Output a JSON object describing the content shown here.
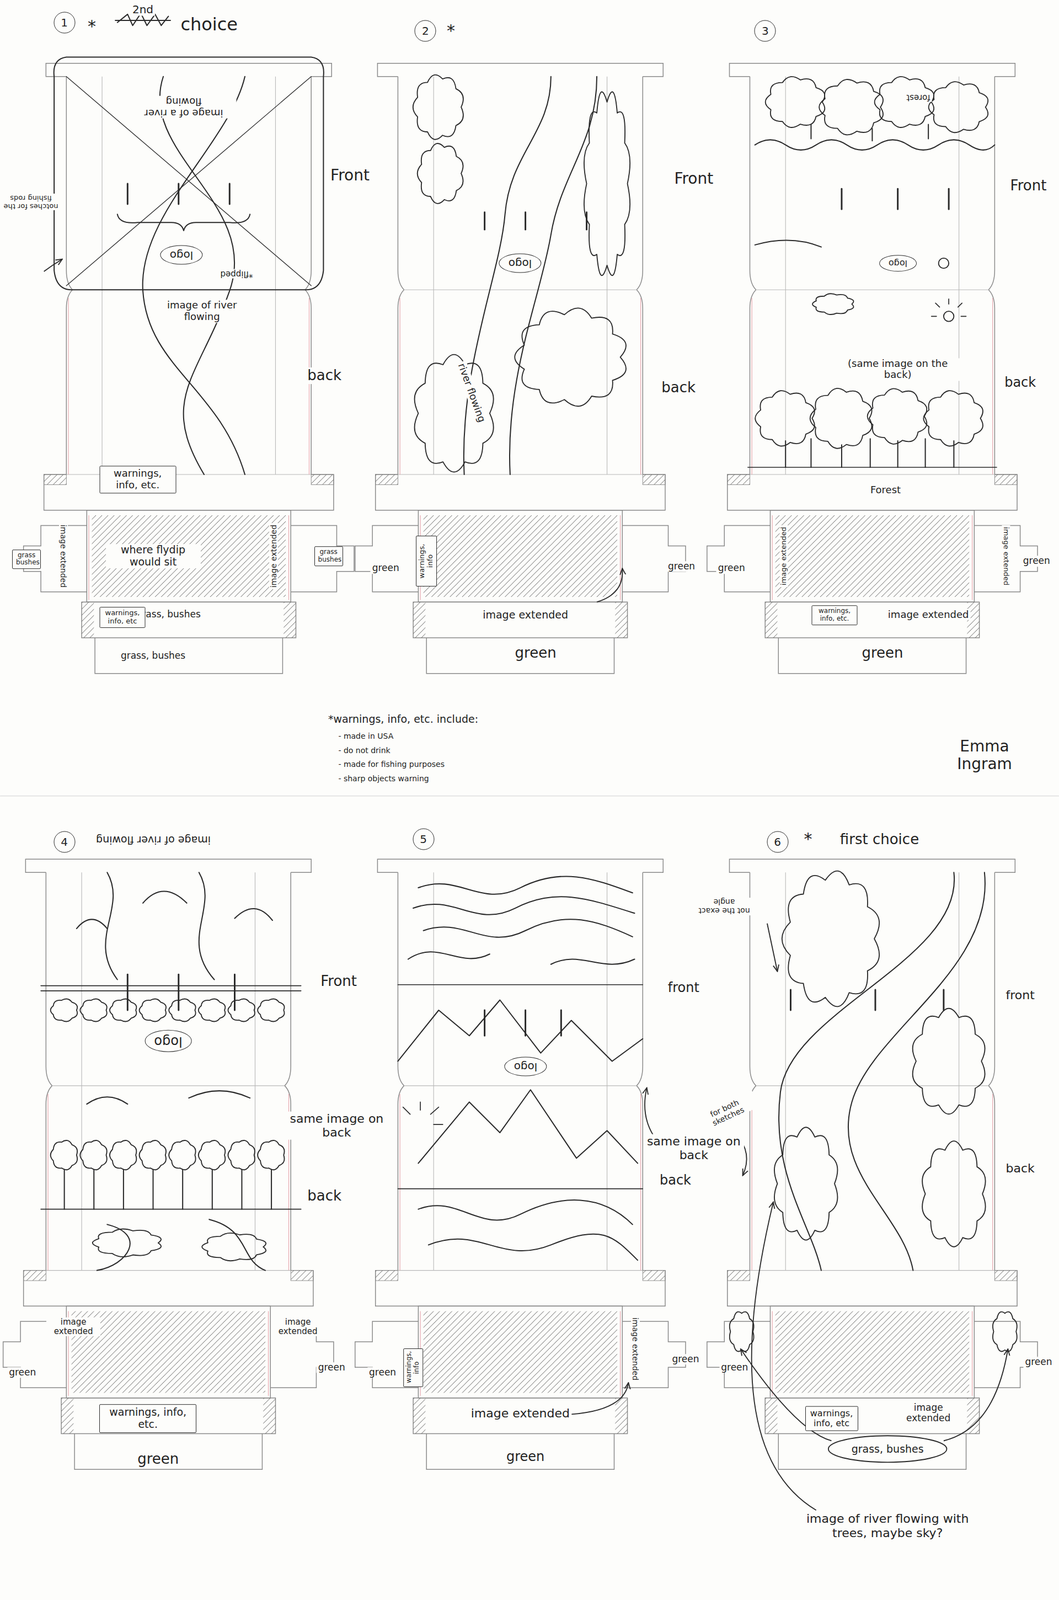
{
  "diagram": {
    "nodes": [
      {
        "text": [
          "logo"
        ]
      },
      {
        "text": [
          "warnings, info, etc."
        ]
      },
      {
        "text": [
          "grass bushes"
        ]
      },
      {
        "text": [
          "grass bushes"
        ]
      },
      {
        "text": [
          "warnings, info, etc"
        ]
      },
      {
        "text": [
          "logo"
        ]
      },
      {
        "text": [
          "warnings, info"
        ]
      },
      {
        "text": [
          "logo"
        ]
      },
      {
        "text": [
          "warnings, info, etc."
        ]
      },
      {
        "text": [
          "logo"
        ]
      },
      {
        "text": [
          "warnings, info, etc."
        ]
      },
      {
        "text": [
          "logo"
        ]
      },
      {
        "text": [
          "warnings, info"
        ]
      },
      {
        "text": [
          "warnings, info, etc"
        ]
      },
      {
        "text": [
          "1"
        ]
      },
      {
        "text": [
          "2"
        ]
      },
      {
        "text": [
          "3"
        ]
      },
      {
        "text": [
          "4"
        ]
      },
      {
        "text": [
          "5"
        ]
      },
      {
        "text": [
          "6"
        ]
      }
    ],
    "labels": [
      "2nd",
      "choice",
      "*",
      "image of a river flowing",
      "notches for the fishing rods",
      "*flipped",
      "Front",
      "image of river flowing",
      "back",
      "where flydip would sit",
      "image extended",
      "image extended",
      "grass, bushes",
      "grass, bushes",
      "*",
      "Front",
      "river flowing",
      "back",
      "green",
      "green",
      "image extended",
      "green",
      "forest",
      "Front",
      "(same image on the back)",
      "back",
      "Forest",
      "image extended",
      "image extended",
      "green",
      "green",
      "image extended",
      "green",
      "*warnings, info, etc. include:",
      "- made in USA",
      "- do not drink",
      "- made for fishing purposes",
      "- sharp objects warning",
      "Emma Ingram",
      "image of river flowing",
      "Front",
      "same image on back",
      "back",
      "image extended",
      "image extended",
      "green",
      "green",
      "green",
      "front",
      "for both sketches",
      "same image on back",
      "back",
      "image extended",
      "green",
      "green",
      "image extended",
      "green",
      "*",
      "first choice",
      "not the exact angle",
      "front",
      "back",
      "green",
      "green",
      "image extended",
      "grass, bushes",
      "image of river flowing with trees, maybe sky?"
    ]
  }
}
